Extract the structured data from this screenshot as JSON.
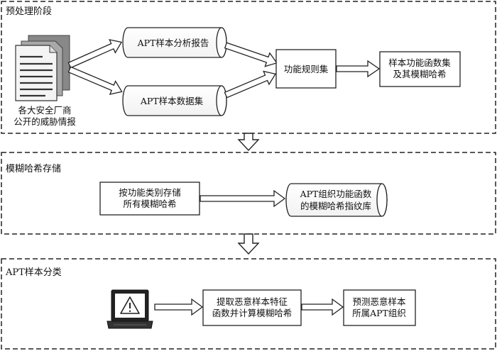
{
  "sections": [
    {
      "title": "预处理阶段"
    },
    {
      "title": "模糊哈希存储"
    },
    {
      "title": "APT样本分类"
    }
  ],
  "stage1": {
    "source_line1": "各大安全厂商",
    "source_line2": "公开的威胁情报",
    "report": "APT样本分析报告",
    "dataset": "APT样本数据集",
    "ruleset": "功能规则集",
    "result_line1": "样本功能函数集",
    "result_line2": "及其模糊哈希"
  },
  "stage2": {
    "store_line1": "按功能类别存储",
    "store_line2": "所有模糊哈希",
    "lib_line1": "APT组织功能函数",
    "lib_line2": "的模糊哈希指纹库"
  },
  "stage3": {
    "extract_line1": "提取恶意样本特征",
    "extract_line2": "函数并计算模糊哈希",
    "predict_line1": "预测恶意样本",
    "predict_line2": "所属APT组织",
    "laptop_icon": "laptop-warning-icon"
  }
}
